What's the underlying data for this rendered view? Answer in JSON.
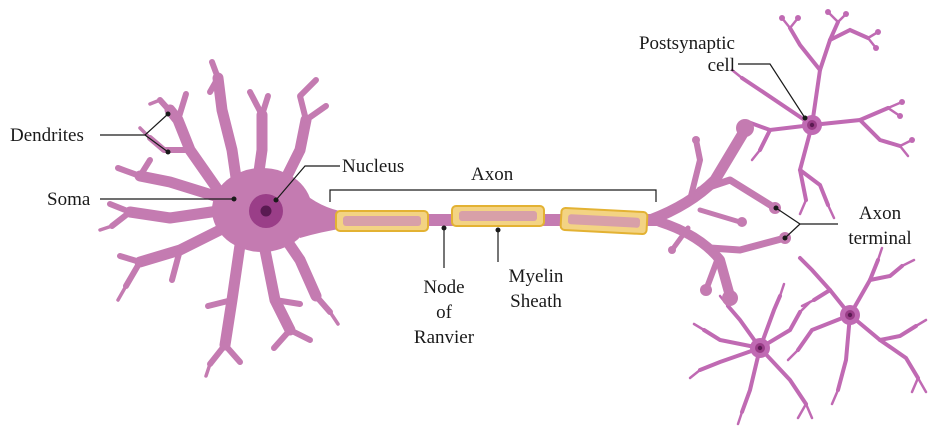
{
  "labels": {
    "dendrites": "Dendrites",
    "soma": "Soma",
    "nucleus": "Nucleus",
    "axon": "Axon",
    "node_line1": "Node",
    "node_line2": "of",
    "node_line3": "Ranvier",
    "myelin_line1": "Myelin",
    "myelin_line2": "Sheath",
    "postsynaptic_line1": "Postsynaptic",
    "postsynaptic_line2": "cell",
    "terminal_line1": "Axon",
    "terminal_line2": "terminal"
  },
  "colors": {
    "neuron": "#c47bb1",
    "neuron_dark": "#a95a97",
    "nucleus_outer": "#9a3e88",
    "nucleus_inner": "#5a1a52",
    "myelin_border": "#e3b233",
    "myelin_fill": "#f3d383",
    "myelin_core": "#d8a0a8",
    "postsynaptic": "#c06ab3"
  }
}
